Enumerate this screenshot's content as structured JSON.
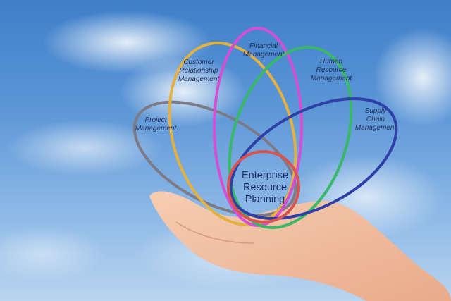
{
  "diagram": {
    "center": {
      "label": "Enterprise\nResource\nPlanning"
    },
    "modules": [
      {
        "id": "project",
        "label": "Project\nManagement",
        "color": "#7d7a86"
      },
      {
        "id": "crm",
        "label": "Customer\nRelationship\nManagement",
        "color": "#e3b141"
      },
      {
        "id": "financial",
        "label": "Financial\nManagement",
        "color": "#d24fd6"
      },
      {
        "id": "hr",
        "label": "Human\nResource\nManagement",
        "color": "#39b86a"
      },
      {
        "id": "scm",
        "label": "Supply\nChain\nManagement",
        "color": "#2f3fa8"
      }
    ],
    "center_ring_color": "#d9534f"
  }
}
